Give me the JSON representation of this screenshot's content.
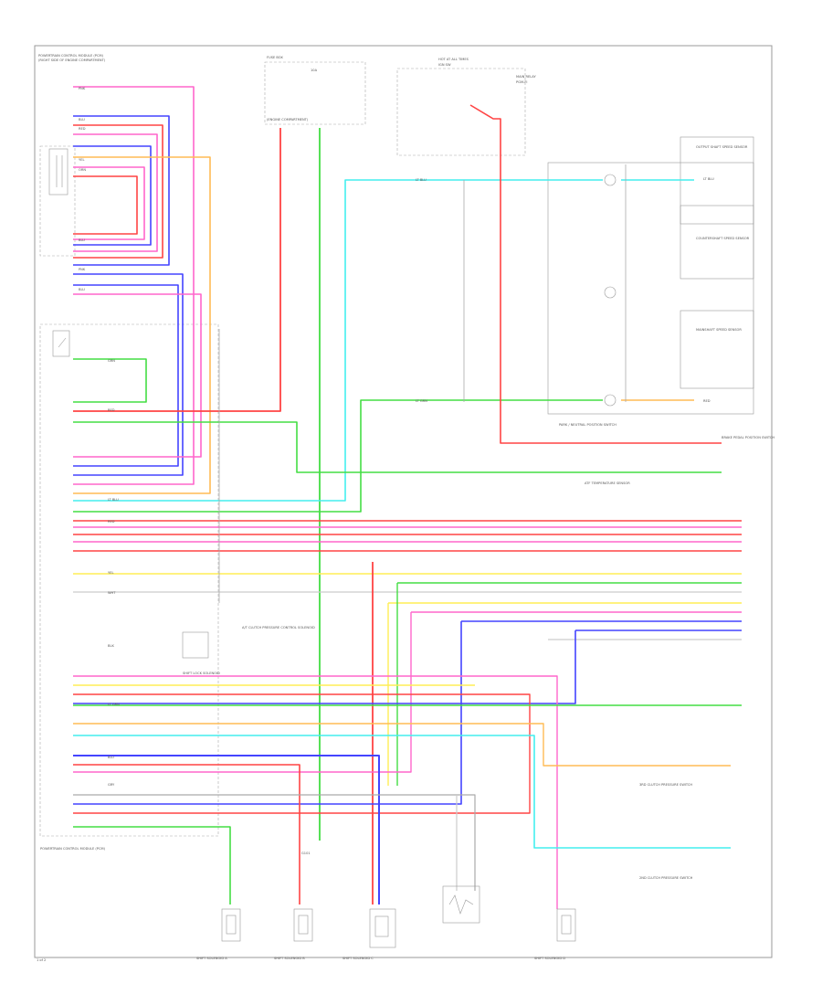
{
  "diagram": {
    "page_number": "1 of 2",
    "components": {
      "pcm": {
        "name": "POWERTRAIN CONTROL MODULE (PCM)",
        "sub": "(RIGHT SIDE OF ENGINE COMPARTMENT)"
      },
      "fuse_box_top": {
        "title": "FUSE BOX",
        "fuse": "10A",
        "label": "(ENGINE COMPARTMENT)"
      },
      "hot_at_all_times": {
        "title": "HOT AT ALL TIMES",
        "sub": "IGN SW"
      },
      "relay_box": {
        "title": "MAIN RELAY",
        "sub": "PGM-FI"
      },
      "shift_solenoid_1": "SHIFT SOLENOID A",
      "shift_solenoid_2": "SHIFT SOLENOID B",
      "shift_solenoid_3": "SHIFT SOLENOID C",
      "shift_solenoid_4": "SHIFT SOLENOID D",
      "atf_switch": "A/T CLUTCH PRESSURE CONTROL SOLENOID",
      "output_shaft_sensor": "OUTPUT SHAFT SPEED SENSOR",
      "countershaft_sensor": "COUNTERSHAFT SPEED SENSOR",
      "brake_switch": "BRAKE PEDAL POSITION SWITCH",
      "park_neutral": "PARK / NEUTRAL POSITION SWITCH",
      "atf_temp": "ATF TEMPERATURE SENSOR",
      "shift_lock": "SHIFT LOCK SOLENOID",
      "mainshaft_sensor": "MAINSHAFT SPEED SENSOR",
      "third_clutch": "3RD CLUTCH PRESSURE SWITCH",
      "second_clutch": "2ND CLUTCH PRESSURE SWITCH",
      "ground": "G101"
    },
    "wire_labels": {
      "pink": "PNK",
      "blue": "BLU",
      "red": "RED",
      "green": "GRN",
      "light_green": "LT GRN",
      "yellow": "YEL",
      "orange": "ORN",
      "white": "WHT",
      "black": "BLK",
      "light_blue": "LT BLU",
      "gray": "GRY"
    },
    "colors": {
      "pink": "#ff66cc",
      "blue": "#4444ff",
      "red": "#ff4444",
      "green": "#44dd44",
      "yellow": "#ffee55",
      "orange": "#ffbb55",
      "cyan": "#44eeee",
      "gray": "#aaaaaa",
      "light_gray": "#cccccc"
    }
  }
}
